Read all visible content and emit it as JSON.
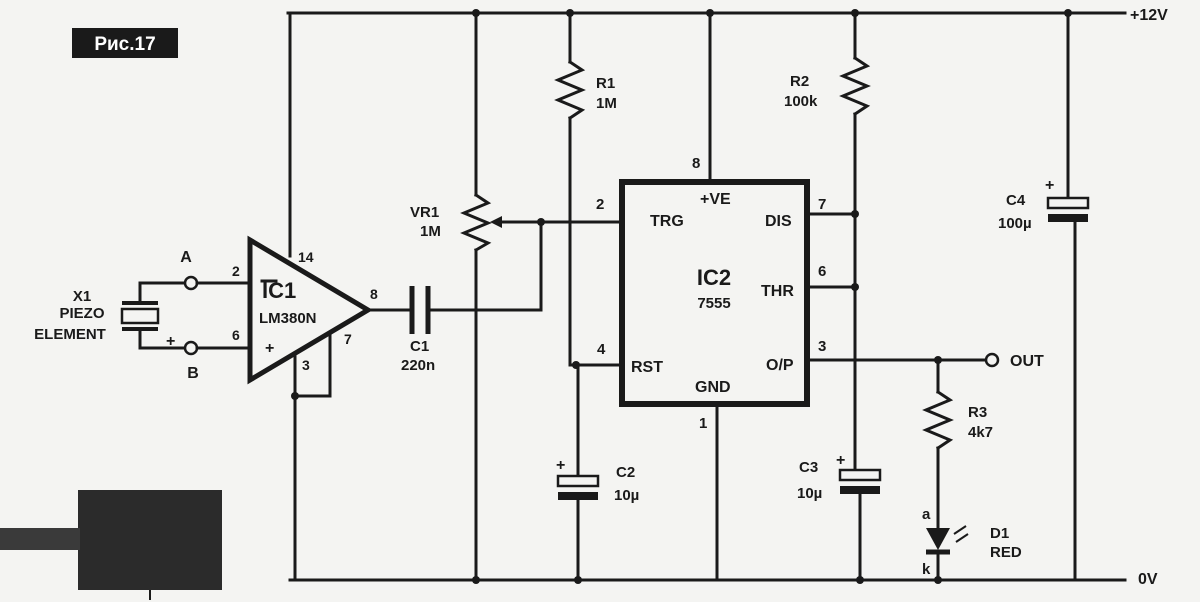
{
  "figure_label": "Рис.17",
  "rails": {
    "top": "+12V",
    "bottom": "0V"
  },
  "piezo": {
    "ref": "X1",
    "line1": "PIEZO",
    "line2": "ELEMENT",
    "plus": "+",
    "terminal_a": "A",
    "terminal_b": "B"
  },
  "ic1": {
    "ref": "IC1",
    "part": "LM380N",
    "pin_in_minus": "2",
    "pin_in_plus": "6",
    "pin_out": "8",
    "pin_vcc": "14",
    "pin_gnd": "3",
    "pin_7": "7",
    "plus": "+"
  },
  "c1": {
    "ref": "C1",
    "value": "220n"
  },
  "vr1": {
    "ref": "VR1",
    "value": "1M"
  },
  "r1": {
    "ref": "R1",
    "value": "1M"
  },
  "r2": {
    "ref": "R2",
    "value": "100k"
  },
  "r3": {
    "ref": "R3",
    "value": "4k7"
  },
  "c2": {
    "ref": "C2",
    "value": "10µ",
    "plus": "+"
  },
  "c3": {
    "ref": "C3",
    "value": "10µ",
    "plus": "+"
  },
  "c4": {
    "ref": "C4",
    "value": "100µ",
    "plus": "+"
  },
  "d1": {
    "ref": "D1",
    "value": "RED",
    "anode": "a",
    "cathode": "k"
  },
  "ic2": {
    "ref": "IC2",
    "part": "7555",
    "pins": {
      "trg": "TRG",
      "ve": "+VE",
      "dis": "DIS",
      "thr": "THR",
      "rst": "RST",
      "op": "O/P",
      "gnd": "GND"
    },
    "pin_numbers": {
      "trg": "2",
      "ve": "8",
      "dis": "7",
      "thr": "6",
      "rst": "4",
      "op": "3",
      "gnd": "1"
    }
  },
  "output": {
    "label": "OUT"
  }
}
